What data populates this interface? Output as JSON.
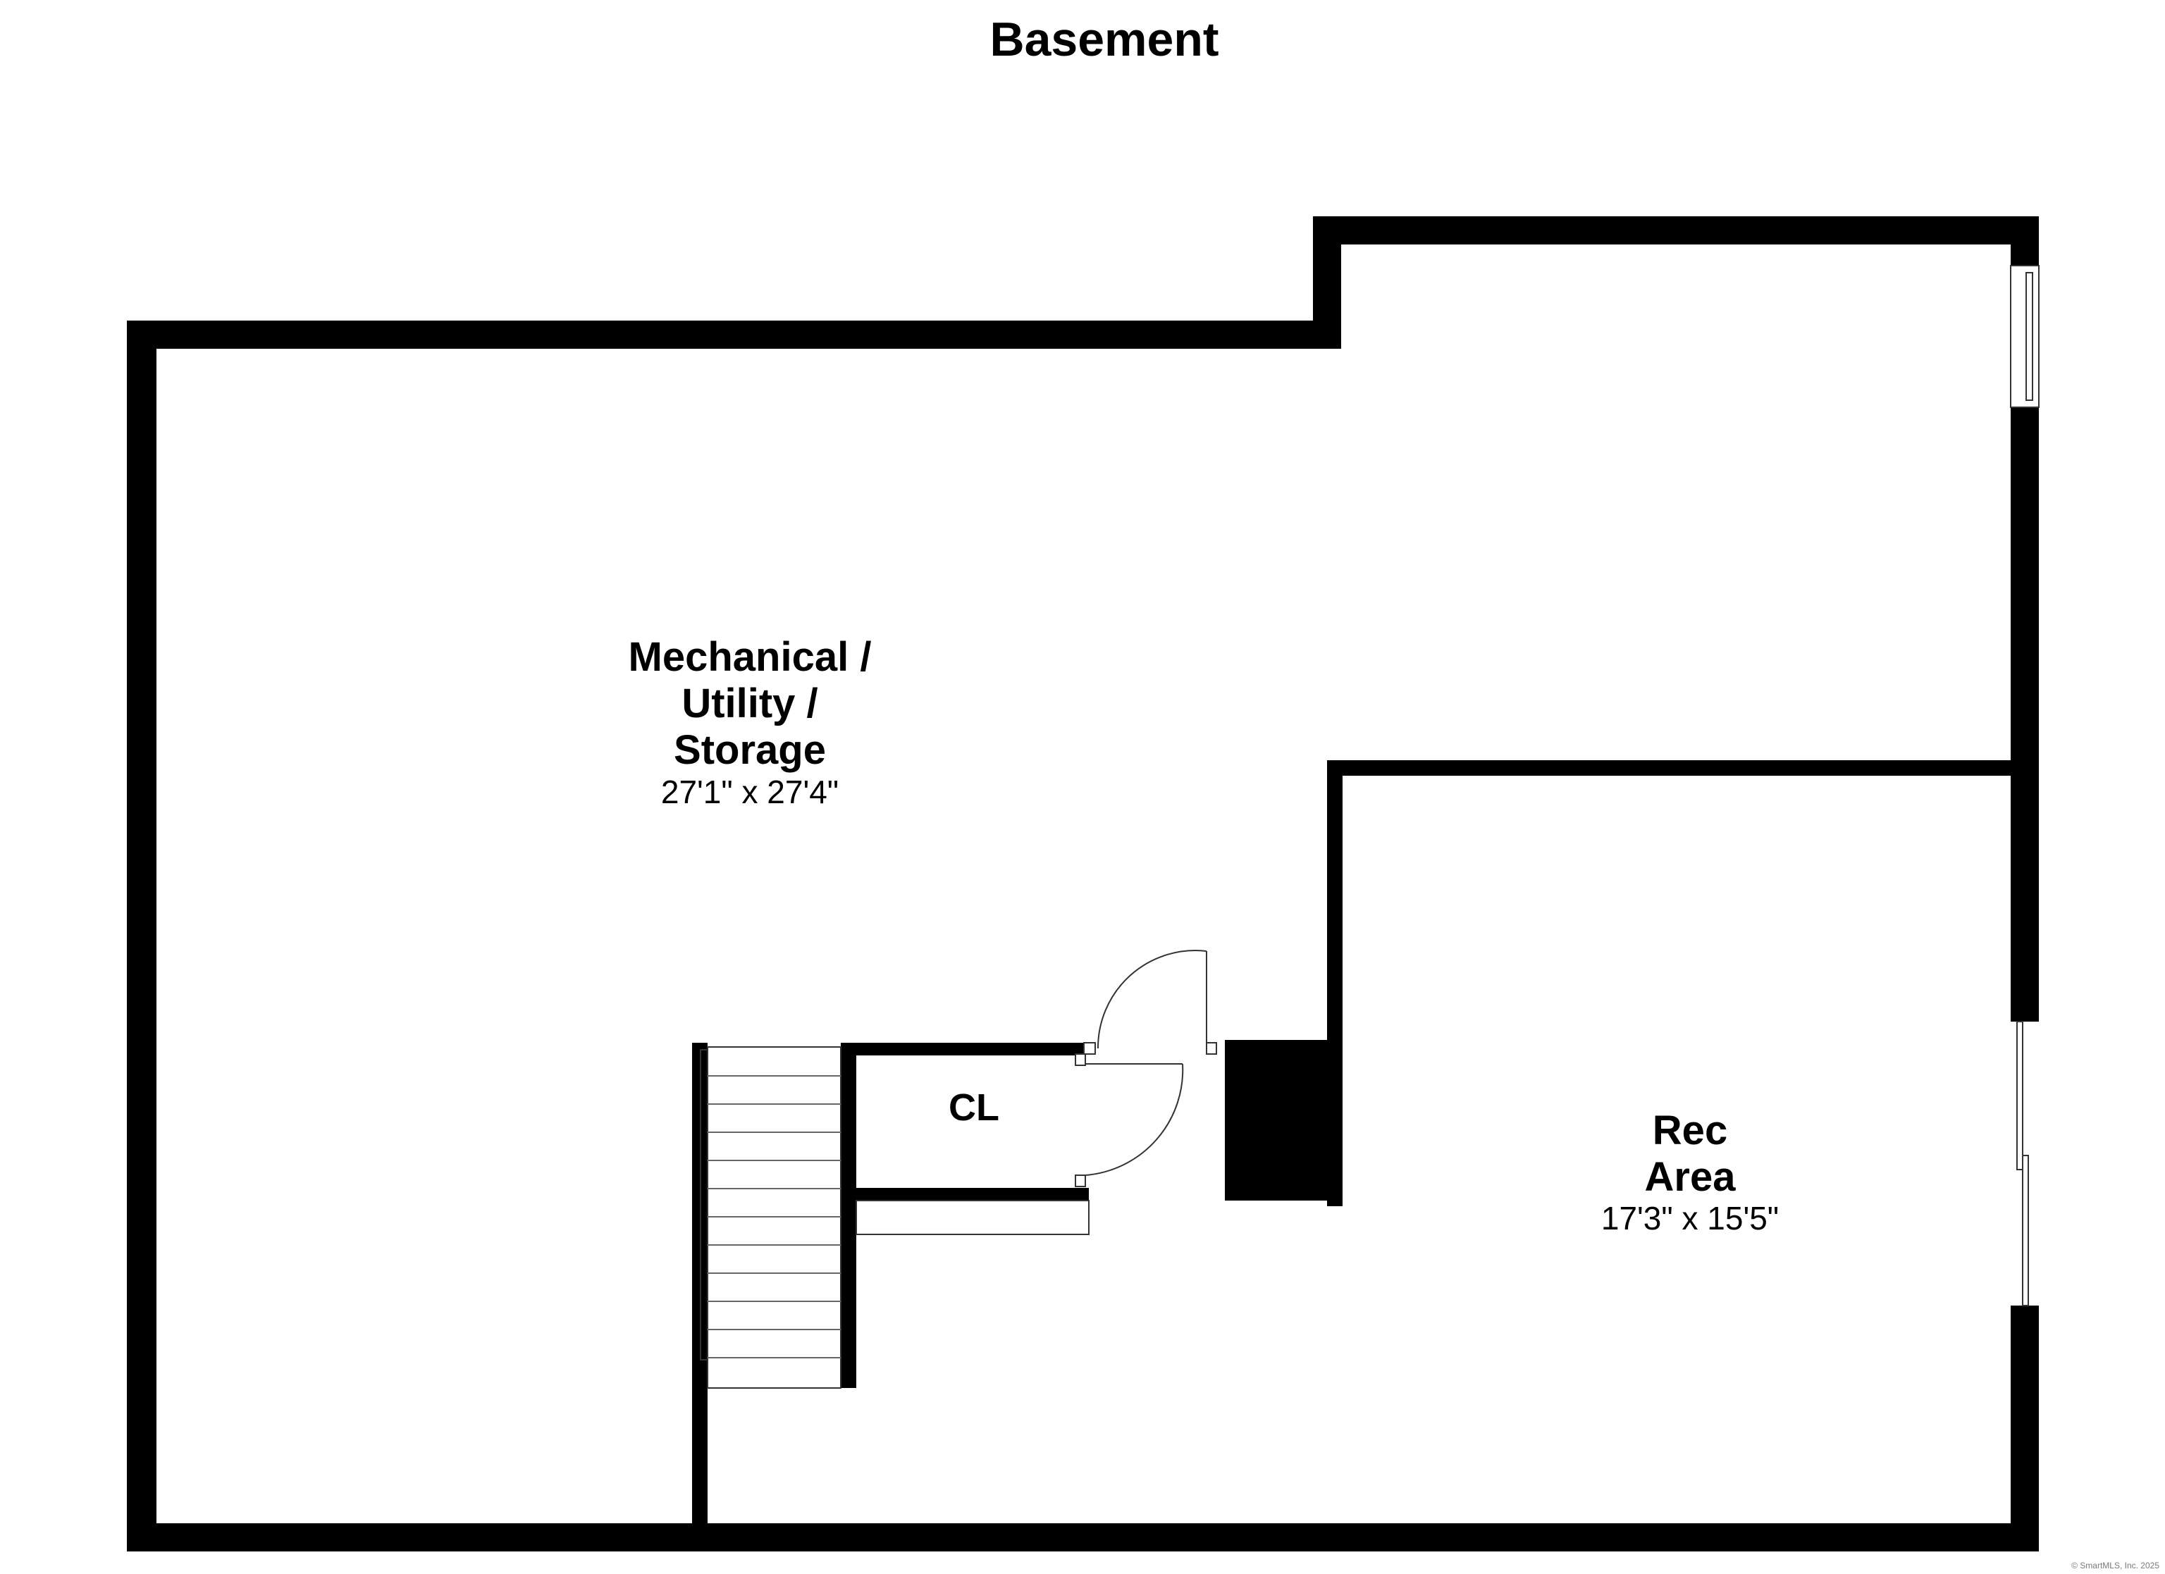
{
  "floor": {
    "title": "Basement"
  },
  "rooms": [
    {
      "name_lines": [
        "Mechanical /",
        "Utility /",
        "Storage"
      ],
      "dimensions": "27'1\" x 27'4\""
    },
    {
      "name_lines": [
        "Rec",
        "Area"
      ],
      "dimensions": "17'3\" x 15'5\""
    },
    {
      "name_lines": [
        "CL"
      ],
      "dimensions": ""
    }
  ],
  "footer": {
    "copyright": "© SmartMLS, Inc. 2025"
  },
  "colors": {
    "wall": "#000000",
    "background": "#ffffff",
    "fixture_line": "#333333"
  },
  "icons": [
    "stairs-icon",
    "door-swing-icon",
    "window-icon",
    "sliding-door-icon"
  ]
}
